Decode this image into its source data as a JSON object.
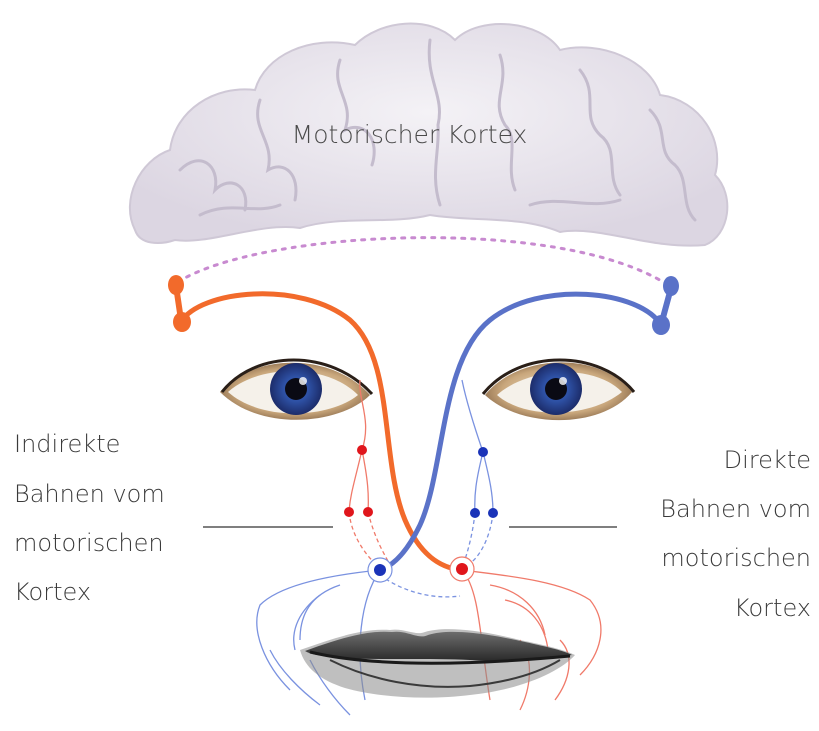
{
  "title": "Motorischer Kortex",
  "left_label": [
    "Indirekte",
    "Bahnen vom",
    "motorischen",
    "Kortex"
  ],
  "right_label": [
    "Direkte",
    "Bahnen vom",
    "motorischen",
    "Kortex"
  ],
  "colors": {
    "orange_pathway": "#f26a2b",
    "blue_pathway": "#5a72c8",
    "dotted_connection": "#c88ad0",
    "red_neuron": "#e0161c",
    "blue_neuron": "#1a33b8",
    "brain": "#e8e4ec",
    "label_text": "#3a3a3a"
  },
  "icons": [
    "brain-icon",
    "eye-icon",
    "mouth-icon",
    "neuron-icon"
  ]
}
